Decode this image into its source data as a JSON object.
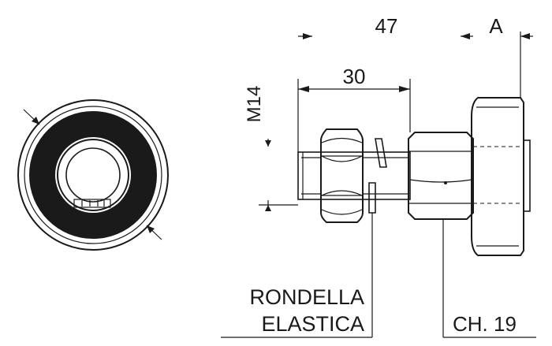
{
  "dimensions": {
    "overall_length": "47",
    "thread_length": "30",
    "thread_size": "M14",
    "offset": "A"
  },
  "labels": {
    "washer_line1": "RONDELLA",
    "washer_line2": "ELASTICA",
    "wrench_size": "CH. 19"
  },
  "colors": {
    "line": "#1a1a1a",
    "background": "#ffffff"
  }
}
